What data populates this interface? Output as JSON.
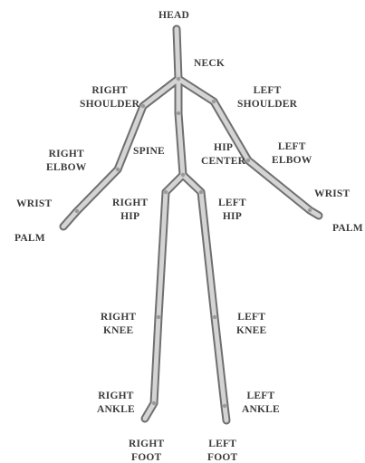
{
  "colors": {
    "bone_outline": "#6f6f6f",
    "bone_fill": "#d4d4d4",
    "joint": "#9a9a9a",
    "label": "#3b3b3b"
  },
  "labels": {
    "head": [
      "HEAD"
    ],
    "neck": [
      "NECK"
    ],
    "right_shoulder": [
      "RIGHT",
      "SHOULDER"
    ],
    "left_shoulder": [
      "LEFT",
      "SHOULDER"
    ],
    "spine": [
      "SPINE"
    ],
    "hip_center": [
      "HIP",
      "CENTER"
    ],
    "right_elbow": [
      "RIGHT",
      "ELBOW"
    ],
    "left_elbow": [
      "LEFT",
      "ELBOW"
    ],
    "right_wrist": [
      "WRIST"
    ],
    "left_wrist": [
      "WRIST"
    ],
    "right_palm": [
      "PALM"
    ],
    "left_palm": [
      "PALM"
    ],
    "right_hip": [
      "RIGHT",
      "HIP"
    ],
    "left_hip": [
      "LEFT",
      "HIP"
    ],
    "right_knee": [
      "RIGHT",
      "KNEE"
    ],
    "left_knee": [
      "LEFT",
      "KNEE"
    ],
    "right_ankle": [
      "RIGHT",
      "ANKLE"
    ],
    "left_ankle": [
      "LEFT",
      "ANKLE"
    ],
    "right_foot": [
      "RIGHT",
      "FOOT"
    ],
    "left_foot": [
      "LEFT",
      "FOOT"
    ]
  }
}
